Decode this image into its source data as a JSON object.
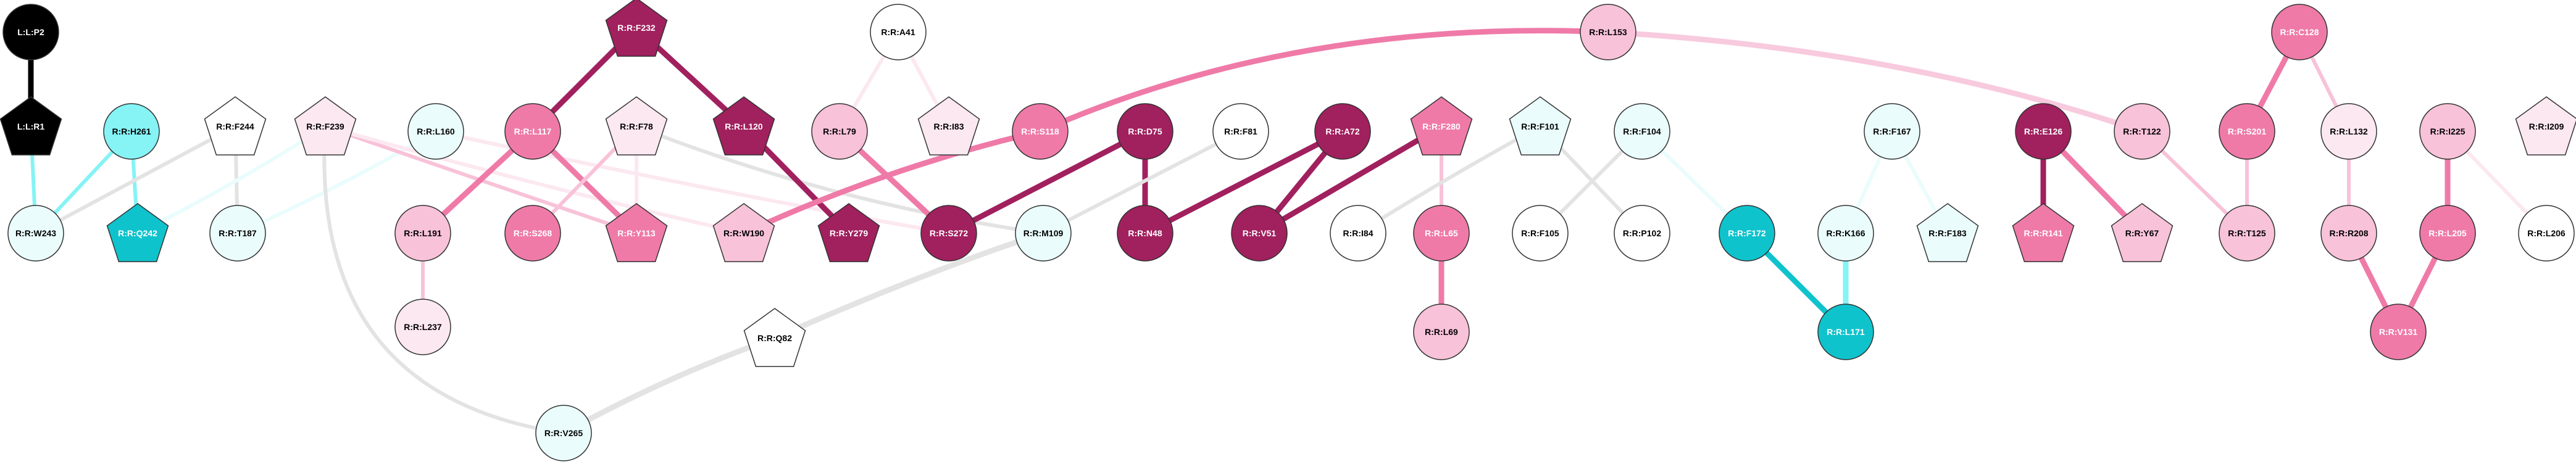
{
  "colors": {
    "black": "#000000",
    "white": "#ffffff",
    "light_cyan": "#eafcfc",
    "cyan": "#86f3f5",
    "teal": "#0fc3cc",
    "pale_pink": "#fce8f0",
    "light_pink": "#f8c2d8",
    "pink": "#ef7aa8",
    "magenta": "#a1205e",
    "gray_edge": "#e3e3e3",
    "pale_pink_edge": "#f8cade"
  },
  "nodes": [
    {
      "id": "L:L:P2",
      "label": "L:L:P2",
      "shape": "circle",
      "fill": "black"
    },
    {
      "id": "L:L:R1",
      "label": "L:L:R1",
      "shape": "pentagon",
      "fill": "black"
    },
    {
      "id": "R:R:W243",
      "label": "R:R:W243",
      "shape": "circle",
      "fill": "light_cyan"
    },
    {
      "id": "R:R:H261",
      "label": "R:R:H261",
      "shape": "circle",
      "fill": "cyan"
    },
    {
      "id": "R:R:Q242",
      "label": "R:R:Q242",
      "shape": "pentagon",
      "fill": "teal"
    },
    {
      "id": "R:R:F244",
      "label": "R:R:F244",
      "shape": "pentagon",
      "fill": "white"
    },
    {
      "id": "R:R:T187",
      "label": "R:R:T187",
      "shape": "circle",
      "fill": "light_cyan"
    },
    {
      "id": "R:R:F239",
      "label": "R:R:F239",
      "shape": "pentagon",
      "fill": "pale_pink"
    },
    {
      "id": "R:R:L160",
      "label": "R:R:L160",
      "shape": "circle",
      "fill": "light_cyan"
    },
    {
      "id": "R:R:L117",
      "label": "R:R:L117",
      "shape": "circle",
      "fill": "pink"
    },
    {
      "id": "R:R:L191",
      "label": "R:R:L191",
      "shape": "circle",
      "fill": "light_pink"
    },
    {
      "id": "R:R:L237",
      "label": "R:R:L237",
      "shape": "circle",
      "fill": "pale_pink"
    },
    {
      "id": "R:R:S268",
      "label": "R:R:S268",
      "shape": "circle",
      "fill": "pink"
    },
    {
      "id": "R:R:F232",
      "label": "R:R:F232",
      "shape": "pentagon",
      "fill": "magenta"
    },
    {
      "id": "R:R:F78",
      "label": "R:R:F78",
      "shape": "pentagon",
      "fill": "pale_pink"
    },
    {
      "id": "R:R:Y113",
      "label": "R:R:Y113",
      "shape": "pentagon",
      "fill": "pink"
    },
    {
      "id": "R:R:L120",
      "label": "R:R:L120",
      "shape": "pentagon",
      "fill": "magenta"
    },
    {
      "id": "R:R:W190",
      "label": "R:R:W190",
      "shape": "pentagon",
      "fill": "light_pink"
    },
    {
      "id": "R:R:Y279",
      "label": "R:R:Y279",
      "shape": "pentagon",
      "fill": "magenta"
    },
    {
      "id": "R:R:A41",
      "label": "R:R:A41",
      "shape": "circle",
      "fill": "white"
    },
    {
      "id": "R:R:L79",
      "label": "R:R:L79",
      "shape": "circle",
      "fill": "light_pink"
    },
    {
      "id": "R:R:I83",
      "label": "R:R:I83",
      "shape": "pentagon",
      "fill": "pale_pink"
    },
    {
      "id": "R:R:S118",
      "label": "R:R:S118",
      "shape": "circle",
      "fill": "pink"
    },
    {
      "id": "R:R:S272",
      "label": "R:R:S272",
      "shape": "circle",
      "fill": "magenta"
    },
    {
      "id": "R:R:D75",
      "label": "R:R:D75",
      "shape": "circle",
      "fill": "magenta"
    },
    {
      "id": "R:R:N48",
      "label": "R:R:N48",
      "shape": "circle",
      "fill": "magenta"
    },
    {
      "id": "R:R:F81",
      "label": "R:R:F81",
      "shape": "circle",
      "fill": "white"
    },
    {
      "id": "R:R:M109",
      "label": "R:R:M109",
      "shape": "circle",
      "fill": "light_cyan"
    },
    {
      "id": "R:R:Q82",
      "label": "R:R:Q82",
      "shape": "pentagon",
      "fill": "white"
    },
    {
      "id": "R:R:V265",
      "label": "R:R:V265",
      "shape": "circle",
      "fill": "light_cyan"
    },
    {
      "id": "R:R:A72",
      "label": "R:R:A72",
      "shape": "circle",
      "fill": "magenta"
    },
    {
      "id": "R:R:V51",
      "label": "R:R:V51",
      "shape": "circle",
      "fill": "magenta"
    },
    {
      "id": "R:R:I84",
      "label": "R:R:I84",
      "shape": "circle",
      "fill": "white"
    },
    {
      "id": "R:R:F280",
      "label": "R:R:F280",
      "shape": "pentagon",
      "fill": "pink"
    },
    {
      "id": "R:R:L65",
      "label": "R:R:L65",
      "shape": "circle",
      "fill": "pink"
    },
    {
      "id": "R:R:L69",
      "label": "R:R:L69",
      "shape": "circle",
      "fill": "light_pink"
    },
    {
      "id": "R:R:F101",
      "label": "R:R:F101",
      "shape": "pentagon",
      "fill": "light_cyan"
    },
    {
      "id": "R:R:F105",
      "label": "R:R:F105",
      "shape": "circle",
      "fill": "white"
    },
    {
      "id": "R:R:F104",
      "label": "R:R:F104",
      "shape": "circle",
      "fill": "light_cyan"
    },
    {
      "id": "R:R:P102",
      "label": "R:R:P102",
      "shape": "circle",
      "fill": "white"
    },
    {
      "id": "R:R:F172",
      "label": "R:R:F172",
      "shape": "circle",
      "fill": "teal"
    },
    {
      "id": "R:R:L171",
      "label": "R:R:L171",
      "shape": "circle",
      "fill": "teal"
    },
    {
      "id": "R:R:F167",
      "label": "R:R:F167",
      "shape": "circle",
      "fill": "light_cyan"
    },
    {
      "id": "R:R:K166",
      "label": "R:R:K166",
      "shape": "circle",
      "fill": "light_cyan"
    },
    {
      "id": "R:R:F183",
      "label": "R:R:F183",
      "shape": "pentagon",
      "fill": "light_cyan"
    },
    {
      "id": "R:R:L153",
      "label": "R:R:L153",
      "shape": "circle",
      "fill": "light_pink"
    },
    {
      "id": "R:R:E126",
      "label": "R:R:E126",
      "shape": "circle",
      "fill": "magenta"
    },
    {
      "id": "R:R:R141",
      "label": "R:R:R141",
      "shape": "pentagon",
      "fill": "pink"
    },
    {
      "id": "R:R:T122",
      "label": "R:R:T122",
      "shape": "circle",
      "fill": "light_pink"
    },
    {
      "id": "R:R:Y67",
      "label": "R:R:Y67",
      "shape": "pentagon",
      "fill": "light_pink"
    },
    {
      "id": "R:R:C128",
      "label": "R:R:C128",
      "shape": "circle",
      "fill": "pink"
    },
    {
      "id": "R:R:S201",
      "label": "R:R:S201",
      "shape": "circle",
      "fill": "pink"
    },
    {
      "id": "R:R:T125",
      "label": "R:R:T125",
      "shape": "circle",
      "fill": "light_pink"
    },
    {
      "id": "R:R:L132",
      "label": "R:R:L132",
      "shape": "circle",
      "fill": "pale_pink"
    },
    {
      "id": "R:R:R208",
      "label": "R:R:R208",
      "shape": "circle",
      "fill": "light_pink"
    },
    {
      "id": "R:R:I225",
      "label": "R:R:I225",
      "shape": "circle",
      "fill": "light_pink"
    },
    {
      "id": "R:R:L205",
      "label": "R:R:L205",
      "shape": "circle",
      "fill": "pink"
    },
    {
      "id": "R:R:V131",
      "label": "R:R:V131",
      "shape": "circle",
      "fill": "pink"
    },
    {
      "id": "R:R:I209",
      "label": "R:R:I209",
      "shape": "pentagon",
      "fill": "pale_pink"
    },
    {
      "id": "R:R:L206",
      "label": "R:R:L206",
      "shape": "circle",
      "fill": "white"
    }
  ],
  "edges": [
    {
      "source": "L:L:P2",
      "target": "L:L:R1",
      "color": "black",
      "weight": "heavy"
    },
    {
      "source": "L:L:R1",
      "target": "R:R:W243",
      "color": "cyan",
      "weight": "medium"
    },
    {
      "source": "R:R:H261",
      "target": "R:R:W243",
      "color": "cyan",
      "weight": "medium"
    },
    {
      "source": "R:R:H261",
      "target": "R:R:Q242",
      "color": "cyan",
      "weight": "medium"
    },
    {
      "source": "R:R:F244",
      "target": "R:R:W243",
      "color": "gray_edge",
      "weight": "medium"
    },
    {
      "source": "R:R:F244",
      "target": "R:R:T187",
      "color": "gray_edge",
      "weight": "medium"
    },
    {
      "source": "R:R:F239",
      "target": "R:R:Q242",
      "color": "light_cyan",
      "weight": "medium"
    },
    {
      "source": "R:R:L160",
      "target": "R:R:T187",
      "color": "light_cyan",
      "weight": "medium"
    },
    {
      "source": "R:R:F239",
      "target": "R:R:Y113",
      "color": "light_pink",
      "weight": "medium"
    },
    {
      "source": "R:R:F239",
      "target": "R:R:W190",
      "color": "pale_pink",
      "weight": "medium"
    },
    {
      "source": "R:R:F239",
      "target": "R:R:V265",
      "color": "gray_edge",
      "weight": "medium"
    },
    {
      "source": "R:R:L160",
      "target": "R:R:S272",
      "color": "pale_pink",
      "weight": "medium"
    },
    {
      "source": "R:R:F232",
      "target": "R:R:L117",
      "color": "magenta",
      "weight": "heavy"
    },
    {
      "source": "R:R:F232",
      "target": "R:R:L120",
      "color": "magenta",
      "weight": "heavy"
    },
    {
      "source": "R:R:L117",
      "target": "R:R:L191",
      "color": "pink",
      "weight": "heavy"
    },
    {
      "source": "R:R:L117",
      "target": "R:R:Y113",
      "color": "pink",
      "weight": "heavy"
    },
    {
      "source": "R:R:L191",
      "target": "R:R:L237",
      "color": "light_pink",
      "weight": "medium"
    },
    {
      "source": "R:R:F78",
      "target": "R:R:S268",
      "color": "light_pink",
      "weight": "medium"
    },
    {
      "source": "R:R:F78",
      "target": "R:R:Y113",
      "color": "pale_pink",
      "weight": "medium"
    },
    {
      "source": "R:R:F78",
      "target": "R:R:M109",
      "color": "gray_edge",
      "weight": "medium"
    },
    {
      "source": "R:R:L120",
      "target": "R:R:Y279",
      "color": "magenta",
      "weight": "heavy"
    },
    {
      "source": "R:R:A41",
      "target": "R:R:L79",
      "color": "pale_pink",
      "weight": "medium"
    },
    {
      "source": "R:R:A41",
      "target": "R:R:I83",
      "color": "pale_pink",
      "weight": "medium"
    },
    {
      "source": "R:R:L79",
      "target": "R:R:S272",
      "color": "pink",
      "weight": "heavy"
    },
    {
      "source": "R:R:L153",
      "target": "R:R:S118",
      "color": "pink",
      "weight": "heavy"
    },
    {
      "source": "R:R:L153",
      "target": "R:R:T122",
      "color": "pale_pink_edge",
      "weight": "heavy"
    },
    {
      "source": "R:R:S118",
      "target": "R:R:W190",
      "color": "pink",
      "weight": "heavy"
    },
    {
      "source": "R:R:D75",
      "target": "R:R:S272",
      "color": "magenta",
      "weight": "heavy"
    },
    {
      "source": "R:R:D75",
      "target": "R:R:N48",
      "color": "magenta",
      "weight": "heavy"
    },
    {
      "source": "R:R:F81",
      "target": "R:R:M109",
      "color": "gray_edge",
      "weight": "medium"
    },
    {
      "source": "R:R:M109",
      "target": "R:R:Q82",
      "color": "gray_edge",
      "weight": "heavy"
    },
    {
      "source": "R:R:Q82",
      "target": "R:R:V265",
      "color": "gray_edge",
      "weight": "heavy"
    },
    {
      "source": "R:R:A72",
      "target": "R:R:N48",
      "color": "magenta",
      "weight": "heavy"
    },
    {
      "source": "R:R:A72",
      "target": "R:R:V51",
      "color": "magenta",
      "weight": "heavy"
    },
    {
      "source": "R:R:F280",
      "target": "R:R:V51",
      "color": "magenta",
      "weight": "heavy"
    },
    {
      "source": "R:R:F280",
      "target": "R:R:L65",
      "color": "light_pink",
      "weight": "medium"
    },
    {
      "source": "R:R:L65",
      "target": "R:R:L69",
      "color": "pink",
      "weight": "heavy"
    },
    {
      "source": "R:R:F101",
      "target": "R:R:I84",
      "color": "gray_edge",
      "weight": "medium"
    },
    {
      "source": "R:R:F101",
      "target": "R:R:P102",
      "color": "gray_edge",
      "weight": "medium"
    },
    {
      "source": "R:R:F104",
      "target": "R:R:F105",
      "color": "gray_edge",
      "weight": "medium"
    },
    {
      "source": "R:R:F104",
      "target": "R:R:F172",
      "color": "light_cyan",
      "weight": "medium"
    },
    {
      "source": "R:R:F172",
      "target": "R:R:L171",
      "color": "teal",
      "weight": "heavy"
    },
    {
      "source": "R:R:F167",
      "target": "R:R:K166",
      "color": "light_cyan",
      "weight": "medium"
    },
    {
      "source": "R:R:F167",
      "target": "R:R:F183",
      "color": "light_cyan",
      "weight": "medium"
    },
    {
      "source": "R:R:K166",
      "target": "R:R:L171",
      "color": "cyan",
      "weight": "heavy"
    },
    {
      "source": "R:R:E126",
      "target": "R:R:R141",
      "color": "magenta",
      "weight": "heavy"
    },
    {
      "source": "R:R:E126",
      "target": "R:R:Y67",
      "color": "pink",
      "weight": "heavy"
    },
    {
      "source": "R:R:T122",
      "target": "R:R:T125",
      "color": "light_pink",
      "weight": "medium"
    },
    {
      "source": "R:R:C128",
      "target": "R:R:S201",
      "color": "pink",
      "weight": "heavy"
    },
    {
      "source": "R:R:C128",
      "target": "R:R:L132",
      "color": "light_pink",
      "weight": "medium"
    },
    {
      "source": "R:R:S201",
      "target": "R:R:T125",
      "color": "light_pink",
      "weight": "medium"
    },
    {
      "source": "R:R:L132",
      "target": "R:R:R208",
      "color": "light_pink",
      "weight": "medium"
    },
    {
      "source": "R:R:R208",
      "target": "R:R:V131",
      "color": "pink",
      "weight": "heavy"
    },
    {
      "source": "R:R:I225",
      "target": "R:R:L205",
      "color": "pink",
      "weight": "heavy"
    },
    {
      "source": "R:R:I225",
      "target": "R:R:L206",
      "color": "pale_pink",
      "weight": "medium"
    },
    {
      "source": "R:R:L205",
      "target": "R:R:V131",
      "color": "pink",
      "weight": "heavy"
    }
  ]
}
